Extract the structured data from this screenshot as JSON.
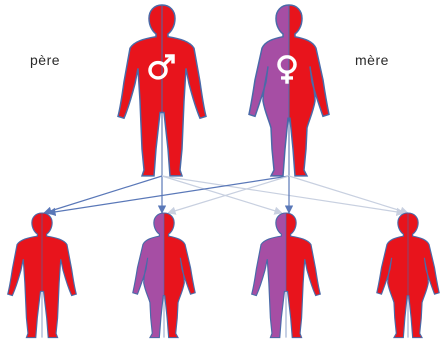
{
  "labels": {
    "father": "père",
    "mother": "mère"
  },
  "parents": {
    "father": {
      "symbol": "male-symbol",
      "left_half": "#e8141c",
      "right_half": "#e8141c"
    },
    "mother": {
      "symbol": "female-symbol",
      "left_half": "#a64ea4",
      "right_half": "#e8141c"
    }
  },
  "children": [
    {
      "sex": "male",
      "left_half": "#e8141c",
      "right_half": "#e8141c"
    },
    {
      "sex": "female",
      "left_half": "#a64ea4",
      "right_half": "#e8141c"
    },
    {
      "sex": "male",
      "left_half": "#a64ea4",
      "right_half": "#e8141c"
    },
    {
      "sex": "female",
      "left_half": "#e8141c",
      "right_half": "#e8141c"
    }
  ],
  "colors": {
    "red": "#e8141c",
    "purple": "#a64ea4",
    "outline": "#4a6aa8",
    "arrow_dark": "#5a78b8",
    "arrow_light": "#c8d0e0",
    "symbol": "#ffffff"
  }
}
